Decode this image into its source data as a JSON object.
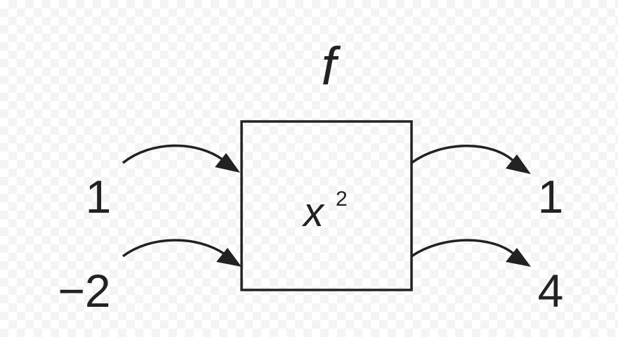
{
  "function": {
    "name": "f",
    "rule_base": "x",
    "rule_exponent": "2"
  },
  "inputs": [
    "1",
    "−2"
  ],
  "outputs": [
    "1",
    "4"
  ],
  "colors": {
    "ink": "#222222",
    "background": "#ffffff"
  }
}
